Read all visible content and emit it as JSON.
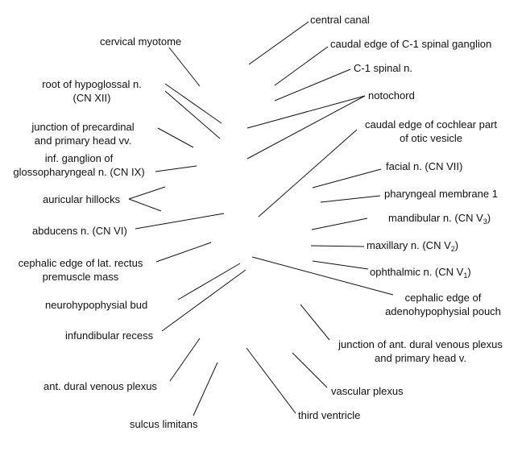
{
  "labels": {
    "central_canal": "central canal",
    "caudal_edge_c1_ganglion": "caudal edge of C-1 spinal ganglion",
    "c1_spinal_n": "C-1 spinal n.",
    "notochord": "notochord",
    "cochlear_line1": "caudal edge of cochlear part",
    "cochlear_line2": "of otic vesicle",
    "facial_n": "facial n. (CN VII)",
    "pharyngeal_membrane": "pharyngeal membrane 1",
    "mandibular_n": "mandibular n. (CN V",
    "mandibular_sub": "3",
    "maxillary_n": "maxillary n. (CN V",
    "maxillary_sub": "2",
    "ophthalmic_n": "ophthalmic n. (CN V",
    "ophthalmic_sub": "1",
    "close_paren": ")",
    "adenohypophysial_line1": "cephalic edge of",
    "adenohypophysial_line2": "adenohypophysial pouch",
    "dural_plexus_head_v_line1": "junction of ant. dural venous plexus",
    "dural_plexus_head_v_line2": "and primary head v.",
    "vascular_plexus": "vascular plexus",
    "third_ventricle": "third ventricle",
    "sulcus_limitans": "sulcus limitans",
    "ant_dural_venous_plexus": "ant. dural venous plexus",
    "infundibular_recess": "infundibular recess",
    "neurohypophysial_bud": "neurohypophysial bud",
    "lat_rectus_line1": "cephalic edge of lat. rectus",
    "lat_rectus_line2": "premuscle mass",
    "abducens_n": "abducens n. (CN VI)",
    "auricular_hillocks": "auricular hillocks",
    "glossopharyngeal_line1": "inf. ganglion of",
    "glossopharyngeal_line2": "glossopharyngeal n. (CN IX)",
    "precardinal_line1": "junction of precardinal",
    "precardinal_line2": "and primary head vv.",
    "hypoglossal_line1": "root of hypoglossal n.",
    "hypoglossal_line2": "(CN XII)",
    "cervical_myotome": "cervical myotome"
  },
  "colors": {
    "text": "#111111",
    "leader": "#111111",
    "background": "#ffffff"
  }
}
